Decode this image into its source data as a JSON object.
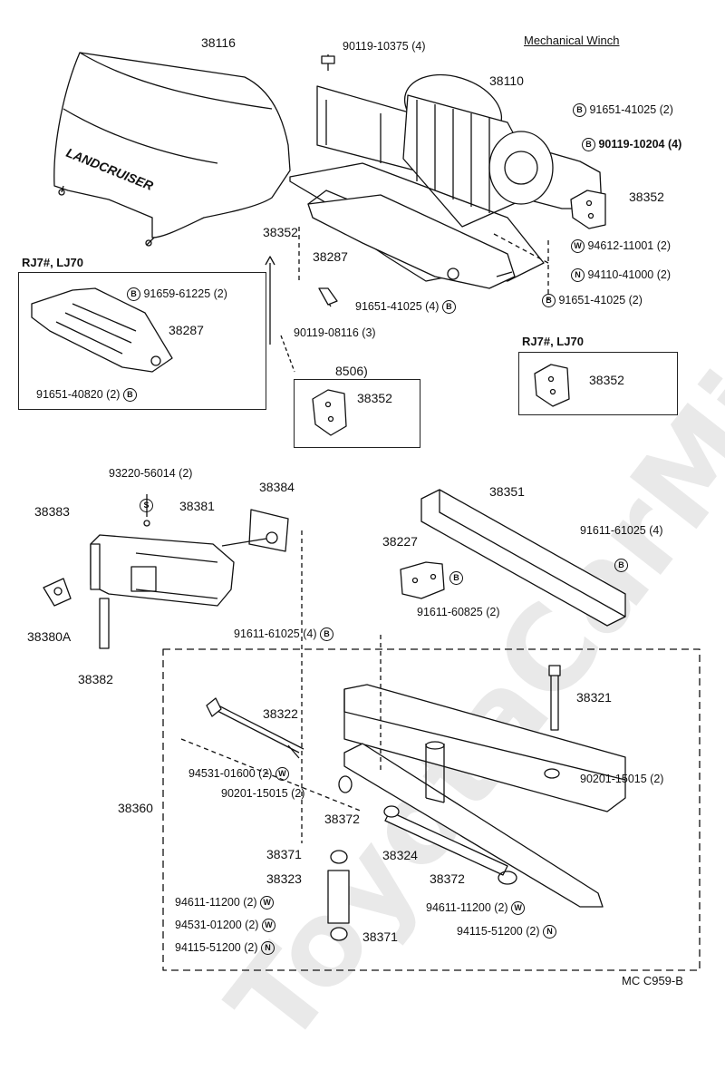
{
  "title": "Mechanical Winch",
  "watermark": "ToyotaCarMiner.ru",
  "cover_lettering": "LANDCRUISER",
  "model_tags": [
    "RJ7#, LJ70",
    "RJ7#, LJ70"
  ],
  "corner_code": "MC  C959-B",
  "box_code": "8506)",
  "parts": {
    "p38116": "38116",
    "p90119_10375": "90119-10375 (4)",
    "p38110": "38110",
    "p91651_41025_a": "91651-41025 (2)",
    "p90119_10204": "90119-10204 (4)",
    "p38352_a": "38352",
    "p38352_b": "38352",
    "p94612_11001": "94612-11001 (2)",
    "p94110_41000": "94110-41000 (2)",
    "p91651_41025_b": "91651-41025 (2)",
    "p38287_a": "38287",
    "p91651_41025_4": "91651-41025 (4)",
    "p90119_08116": "90119-08116 (3)",
    "p91659_61225": "91659-61225 (2)",
    "p38287_b": "38287",
    "p91651_40820": "91651-40820 (2)",
    "p38352_c": "38352",
    "p38352_d": "38352",
    "p93220_56014": "93220-56014 (2)",
    "p38384": "38384",
    "p38383": "38383",
    "p38381": "38381",
    "p38380A": "38380A",
    "p38382": "38382",
    "p38351": "38351",
    "p91611_61025_a": "91611-61025 (4)",
    "p38227": "38227",
    "p91611_60825": "91611-60825 (2)",
    "p91611_61025_b": "91611-61025 (4)",
    "p38321": "38321",
    "p38322": "38322",
    "p94531_01600": "94531-01600 (2)",
    "p90201_15015_a": "90201-15015 (2)",
    "p90201_15015_b": "90201-15015 (2)",
    "p38360": "38360",
    "p38372_a": "38372",
    "p38324": "38324",
    "p38371_a": "38371",
    "p38323": "38323",
    "p38372_b": "38372",
    "p94611_11200_a": "94611-11200 (2)",
    "p94611_11200_b": "94611-11200 (2)",
    "p94531_01200": "94531-01200 (2)",
    "p94115_51200_a": "94115-51200 (2)",
    "p94115_51200_b": "94115-51200 (2)",
    "p38371_b": "38371"
  },
  "symbols": {
    "B": "B",
    "W": "W",
    "N": "N",
    "S": "S"
  }
}
